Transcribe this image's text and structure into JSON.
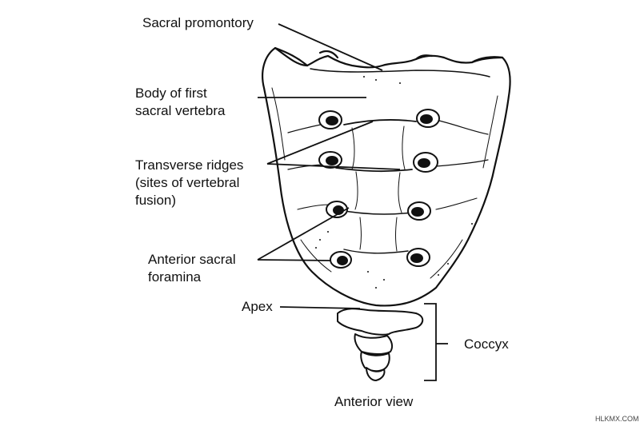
{
  "labels": {
    "sacral_promontory": "Sacral promontory",
    "body_line1": "Body of first",
    "body_line2": "sacral vertebra",
    "ridges_line1": "Transverse ridges",
    "ridges_line2": "(sites of vertebral",
    "ridges_line3": "fusion)",
    "foramina_line1": "Anterior sacral",
    "foramina_line2": "foramina",
    "apex": "Apex",
    "coccyx": "Coccyx"
  },
  "caption": "Anterior view",
  "watermark": "HLKMX.COM"
}
